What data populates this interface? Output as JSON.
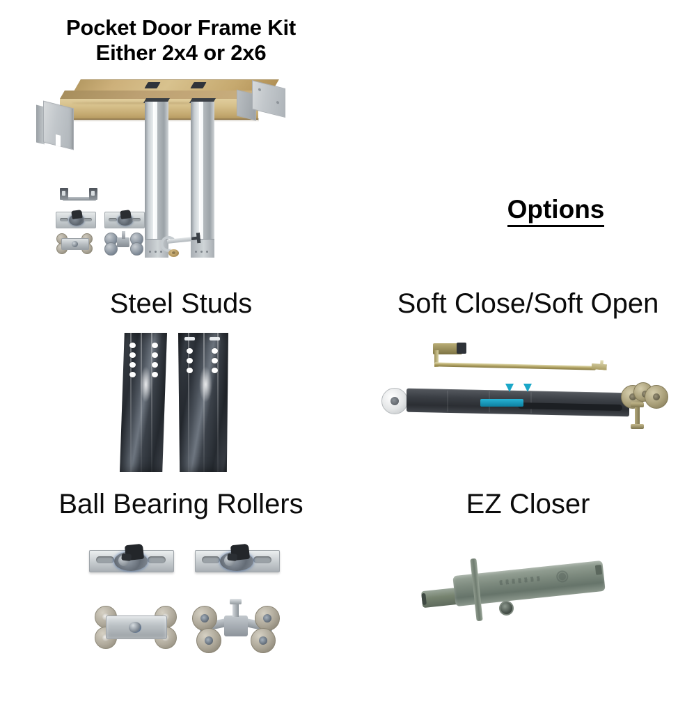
{
  "document": {
    "type": "product-infographic",
    "background_color": "#ffffff",
    "text_color": "#000000"
  },
  "kit": {
    "title_line1": "Pocket Door Frame Kit",
    "title_line2": "Either 2x4 or 2x6",
    "image_alt": "Pocket door frame kit with wood header, steel split studs, brackets, roller plates, ball bearing rollers, wrench and washer"
  },
  "options": {
    "heading": "Options",
    "items": [
      {
        "label": "Steel Studs",
        "image_alt": "Two dark steel studs with punched holes"
      },
      {
        "label": "Soft Close/Soft Open",
        "image_alt": "Soft close soft open damper mechanism with brass trigger arm, white roller and bronze ball bearing wheels"
      },
      {
        "label": "Ball Bearing Rollers",
        "image_alt": "Two zinc roller plates with dark clips and two four-wheel ball bearing roller carriages"
      },
      {
        "label": "EZ Closer",
        "image_alt": "Gray-green cylindrical EZ Closer with mounting flange, set screw and plunger"
      }
    ]
  },
  "colors": {
    "wood": "#d6c08a",
    "galvanized_steel": "#c9cfd3",
    "dark_steel": "#2a2f36",
    "soft_close_accent": "#1aa7c8",
    "ez_closer_body": "#7f8c80",
    "bronze_wheel": "#a99f79"
  }
}
